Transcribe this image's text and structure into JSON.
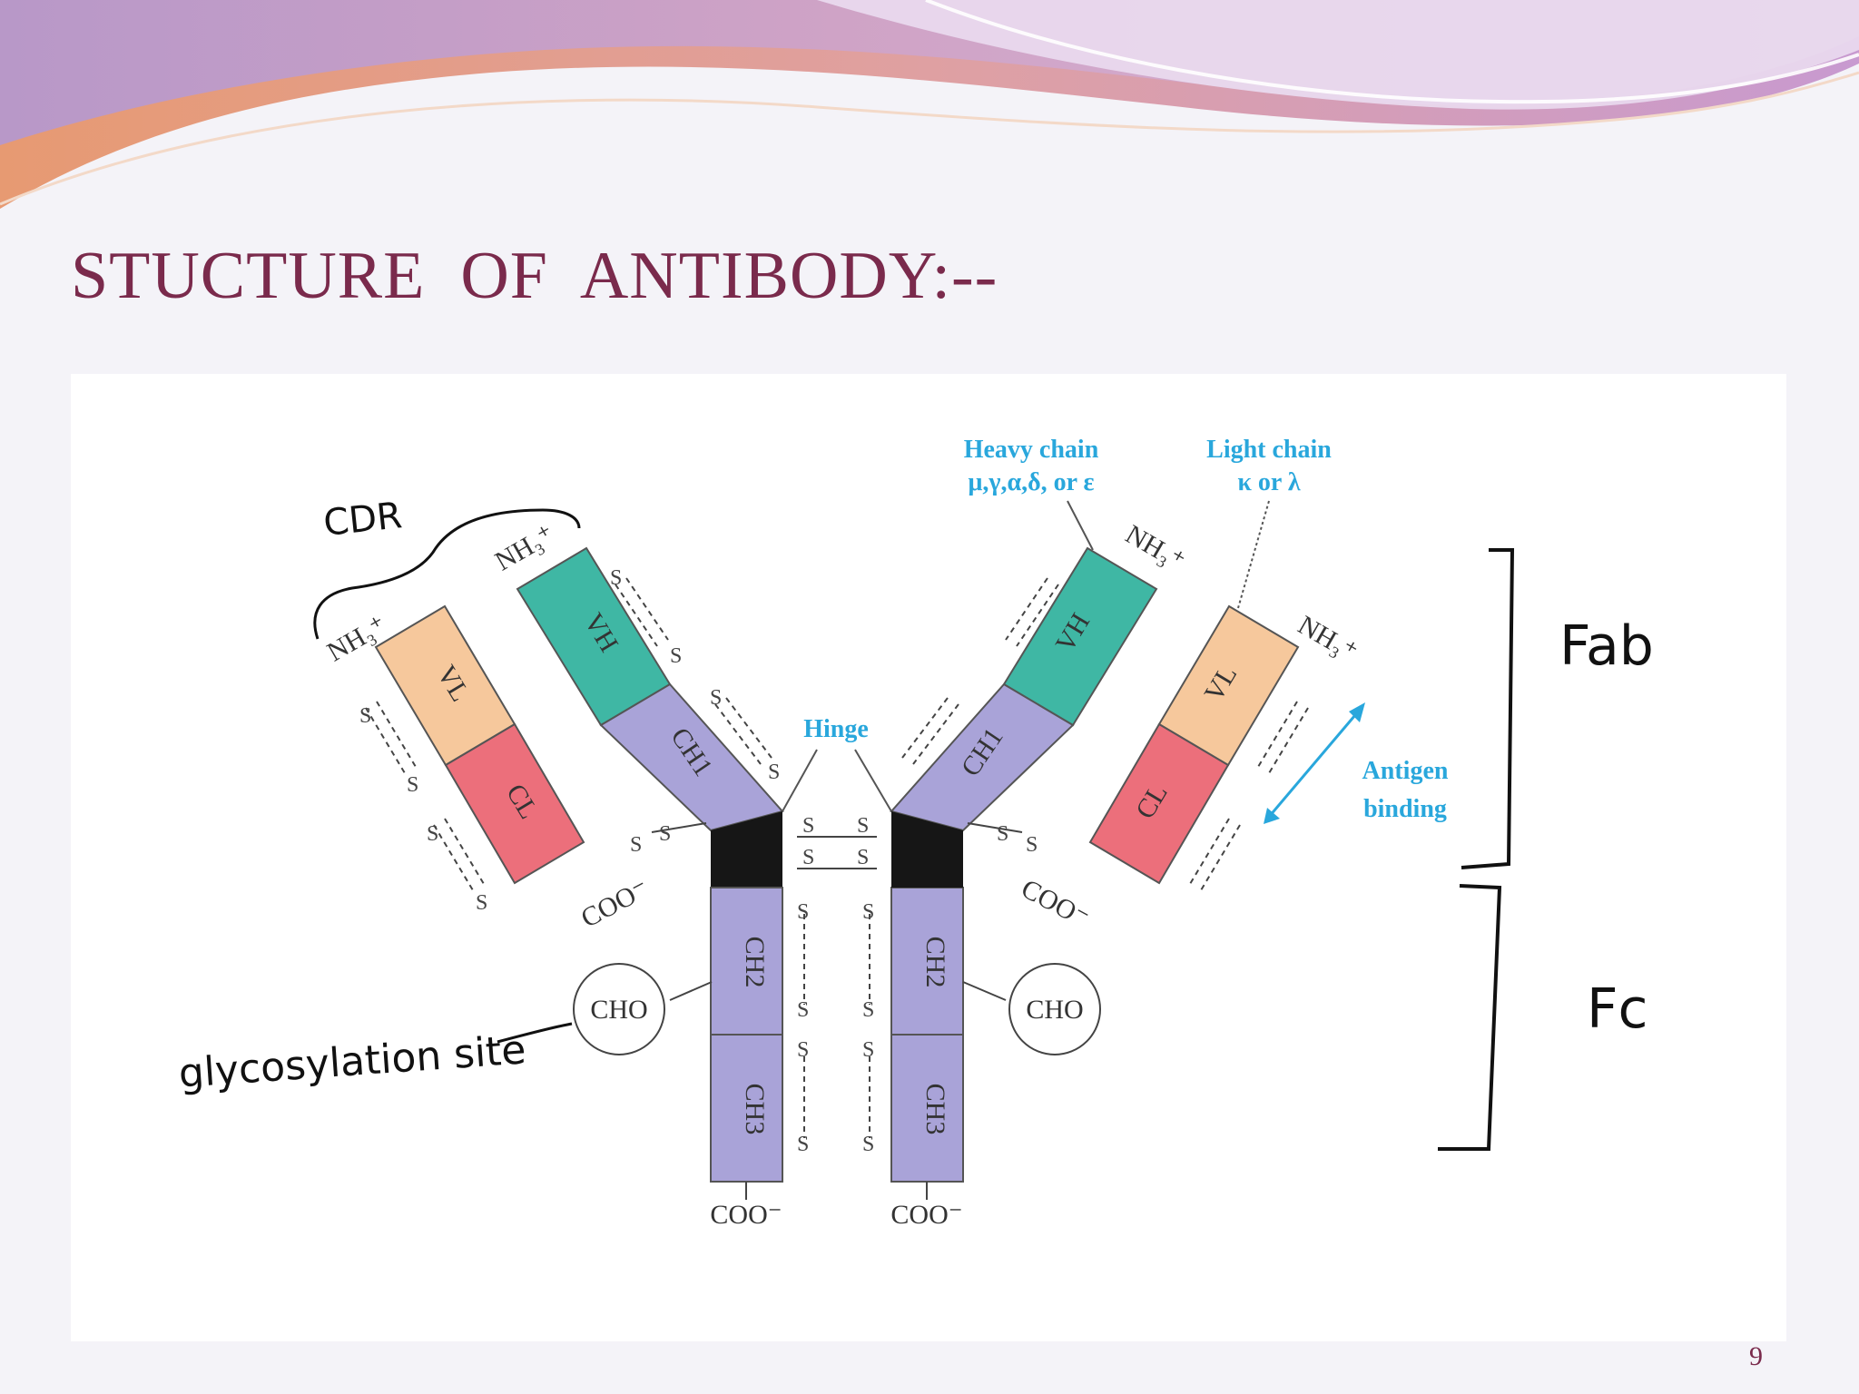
{
  "slide": {
    "title": "STUCTURE  OF  ANTIBODY:--",
    "page_number": "9",
    "colors": {
      "title": "#7a2a4c",
      "wave_top": "#c7a0cf",
      "wave_orange": "#e7a07a",
      "variable_heavy": "#3fb7a4",
      "variable_light": "#f6c89c",
      "constant_light": "#ec6f7b",
      "constant_heavy": "#a9a3d8",
      "hinge_block": "#161616",
      "label_blue": "#29a7dc"
    }
  },
  "diagram": {
    "cdr_label": "CDR",
    "heavy_chain_label": [
      "Heavy chain",
      "μ,γ,α,δ, or ε"
    ],
    "light_chain_label": [
      "Light chain",
      "κ or λ"
    ],
    "hinge_label": "Hinge",
    "antigen_binding_label": [
      "Antigen",
      "binding"
    ],
    "fab_label": "Fab",
    "fc_label": "Fc",
    "glycosylation_label": "glycosylation site",
    "cho_label": "CHO",
    "amino_terminus": "NH₃⁺",
    "carboxyl_terminus": "COO⁻",
    "disulfide_atom": "S",
    "domains": {
      "vh": "VH",
      "vl": "VL",
      "ch1": "CH1",
      "cl": "CL",
      "ch2": "CH2",
      "ch3": "CH3"
    }
  }
}
